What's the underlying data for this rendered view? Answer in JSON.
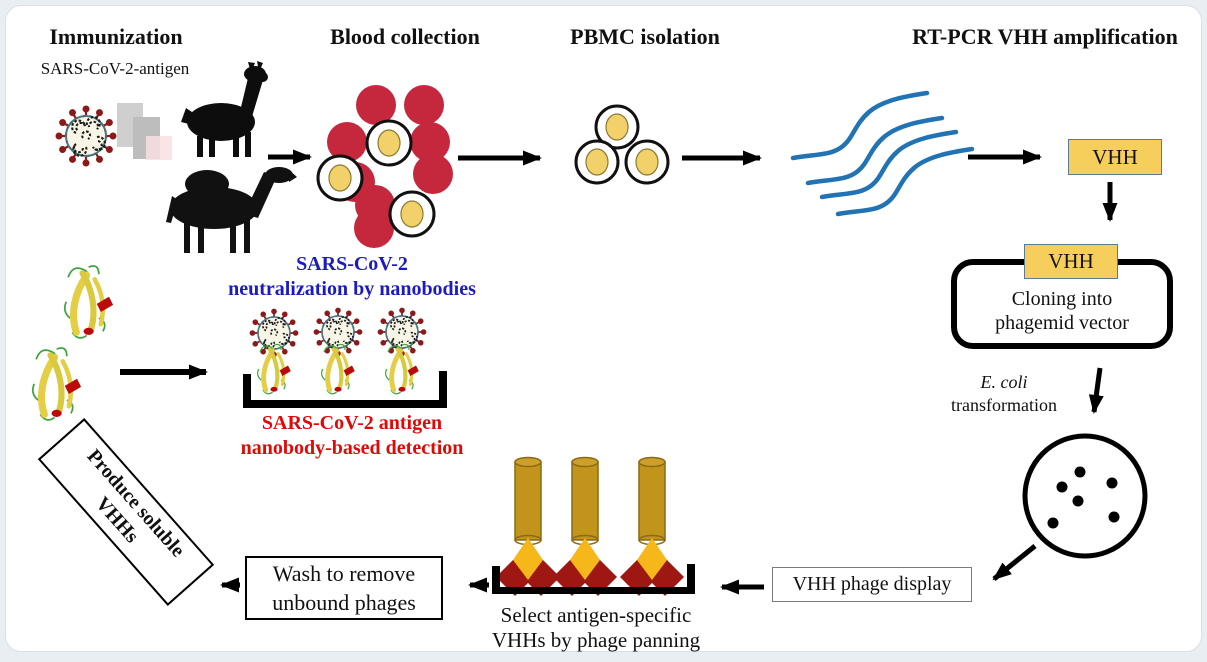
{
  "figure": {
    "stage_titles": {
      "immunization": "Immunization",
      "immunization_sub": "SARS-CoV-2-antigen",
      "blood_collection": "Blood collection",
      "pbmc_isolation": "PBMC isolation",
      "rt_pcr": "RT-PCR VHH amplification"
    },
    "boxes": {
      "vhh_top": "VHH",
      "vhh_insert": "VHH",
      "cloning_line1": "Cloning into",
      "cloning_line2": "phagemid vector",
      "phage_display": "VHH phage display",
      "wash_line1": "Wash to remove",
      "wash_line2": "unbound phages",
      "produce_line1": "Produce soluble",
      "produce_line2": "VHHs"
    },
    "labels": {
      "ecoli_line1": "E. coli",
      "ecoli_line2": "transformation",
      "neutralization_line1": "SARS-CoV-2",
      "neutralization_line2": "neutralization by nanobodies",
      "detection_line1": "SARS-CoV-2 antigen",
      "detection_line2": "nanobody-based detection",
      "panning_line1": "Select antigen-specific",
      "panning_line2": "VHHs by phage panning"
    },
    "icons": {
      "virus": "sars-cov-2-virion-icon",
      "syringe": "syringe-icon",
      "llama": "llama-silhouette-icon",
      "camel": "camel-silhouette-icon",
      "rbc": "red-blood-cell-icon",
      "pbmc": "pbmc-cell-icon",
      "rna": "rna-strand-icon",
      "nanobody": "nanobody-ribbon-icon",
      "petri": "petri-dish-icon",
      "phage": "phage-rod-icon",
      "antigen": "antigen-diamond-icon",
      "tray": "panning-tray-icon",
      "arrow": "flow-arrow"
    },
    "colors": {
      "blood_red": "#c5283d",
      "cell_yellow": "#f2d16b",
      "vhh_gold": "#f6ce5c",
      "phage_gold": "#c3941c",
      "antigen_yellow": "#f5b719",
      "antigen_dark_red": "#9e1713",
      "rna_blue": "#2173b4",
      "text_blue": "#1b1bbe",
      "text_red": "#e00909",
      "silhouette_black": "#0d0d0d"
    }
  }
}
